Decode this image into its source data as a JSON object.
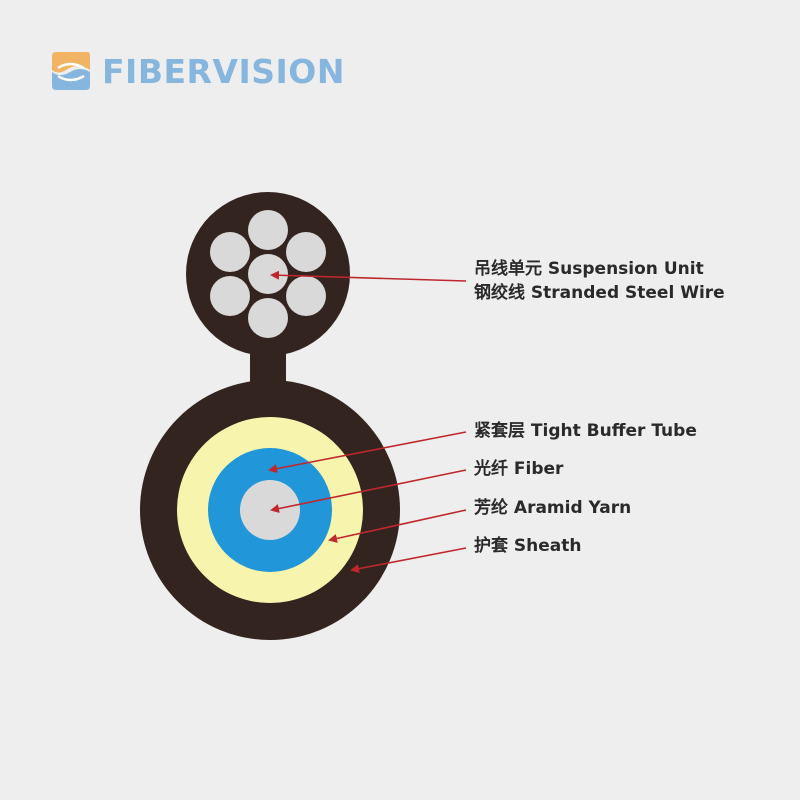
{
  "brand": {
    "name": "FIBERVISION",
    "colors": {
      "logo_text": "#86b6dd",
      "logo_orange": "#f0b464",
      "logo_blue": "#86b6dd"
    }
  },
  "diagram": {
    "colors": {
      "sheath": "#33241f",
      "steel_wire": "#d9d9d9",
      "aramid_yarn": "#f7f5ad",
      "tight_buffer": "#2196d8",
      "fiber": "#d9d9d9",
      "arrow": "#c0272d",
      "background": "#eeeeee"
    },
    "labels": {
      "suspension_unit": "吊线单元 Suspension Unit",
      "stranded_steel_wire": "钢绞线 Stranded Steel Wire",
      "tight_buffer_tube": "紧套层 Tight Buffer Tube",
      "fiber": "光纤 Fiber",
      "aramid_yarn": "芳纶 Aramid Yarn",
      "sheath": "护套 Sheath"
    }
  }
}
